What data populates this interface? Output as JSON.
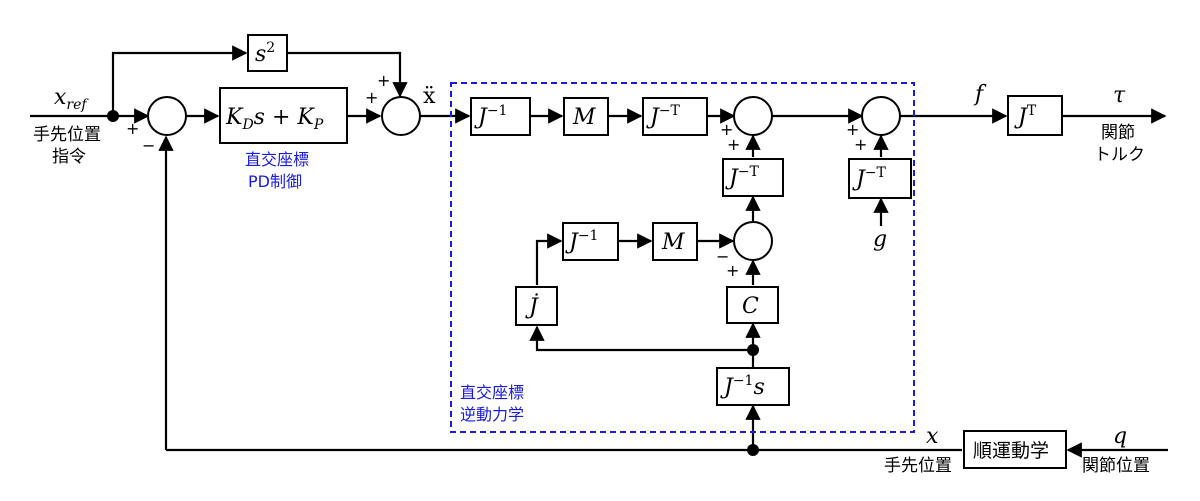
{
  "signals": {
    "x_ref": "x_ref",
    "x_ref_main": "x",
    "x_ref_sub": "ref",
    "xddot": "ẍ",
    "f": "f",
    "tau": "τ",
    "g": "g",
    "x": "x",
    "q": "q"
  },
  "labels": {
    "hand_pos_cmd_1": "手先位置",
    "hand_pos_cmd_2": "指令",
    "pd_1": "直交座標",
    "pd_2": "PD制御",
    "inv_dyn_1": "直交座標",
    "inv_dyn_2": "逆動力学",
    "joint_torque_1": "関節",
    "joint_torque_2": "トルク",
    "hand_pos": "手先位置",
    "joint_pos": "関節位置"
  },
  "blocks": {
    "s2": "s",
    "s2_exp": "2",
    "pd": "K",
    "pd_sub_d": "D",
    "pd_mid": "s + K",
    "pd_sub_p": "P",
    "jinv1": "J",
    "jinv1_exp": "−1",
    "m1": "M",
    "jinvT1": "J",
    "jinvT1_exp": "−T",
    "jT": "J",
    "jT_exp": "T",
    "jinvT2": "J",
    "jinvT2_exp": "−T",
    "jinvT3": "J",
    "jinvT3_exp": "−T",
    "jinv2": "J",
    "jinv2_exp": "−1",
    "m2": "M",
    "jdot": "J̇",
    "c": "C",
    "jinvs": "J",
    "jinvs_exp": "−1",
    "jinvs_s": "s",
    "fk": "順運動学"
  },
  "signs": {
    "plus": "+",
    "minus": "−"
  }
}
